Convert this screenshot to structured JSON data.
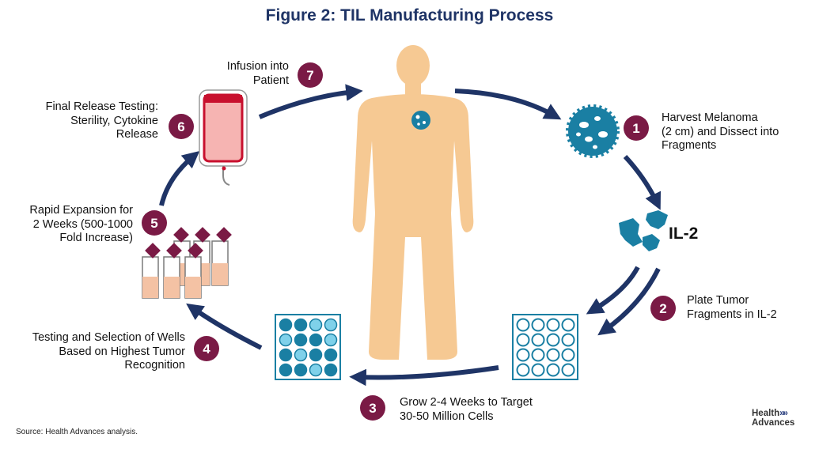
{
  "title": "Figure 2: TIL Manufacturing Process",
  "steps": [
    {
      "number": "1",
      "lines": [
        "Harvest Melanoma",
        "(2 cm) and Dissect into",
        "Fragments"
      ]
    },
    {
      "number": "2",
      "lines": [
        "Plate Tumor",
        "Fragments in IL-2"
      ]
    },
    {
      "number": "3",
      "lines": [
        "Grow 2-4 Weeks to Target",
        "30-50 Million Cells"
      ]
    },
    {
      "number": "4",
      "lines": [
        "Testing and Selection of Wells",
        "Based on Highest Tumor",
        "Recognition"
      ]
    },
    {
      "number": "5",
      "lines": [
        "Rapid Expansion for",
        "2 Weeks (500-1000",
        "Fold Increase)"
      ]
    },
    {
      "number": "6",
      "lines": [
        "Final Release Testing:",
        "Sterility, Cytokine",
        "Release"
      ]
    },
    {
      "number": "7",
      "lines": [
        "Infusion into",
        "Patient"
      ]
    }
  ],
  "il2_label": "IL-2",
  "source": "Source:  Health Advances analysis.",
  "logo": {
    "line1": "Health",
    "line2": "Advances",
    "chevrons": "»»"
  },
  "colors": {
    "title": "#1f3466",
    "arrow": "#1f3466",
    "badge": "#7a1a45",
    "body": "#f6c993",
    "tumor": "#1a7fa3",
    "well_filled": "#1a7fa3",
    "well_light": "#7fd1ea",
    "flask_liquid": "#f4c2a4",
    "flask_cap": "#7a1a45",
    "bag_fill": "#f6b4b2",
    "bag_rim": "#c8102e"
  }
}
